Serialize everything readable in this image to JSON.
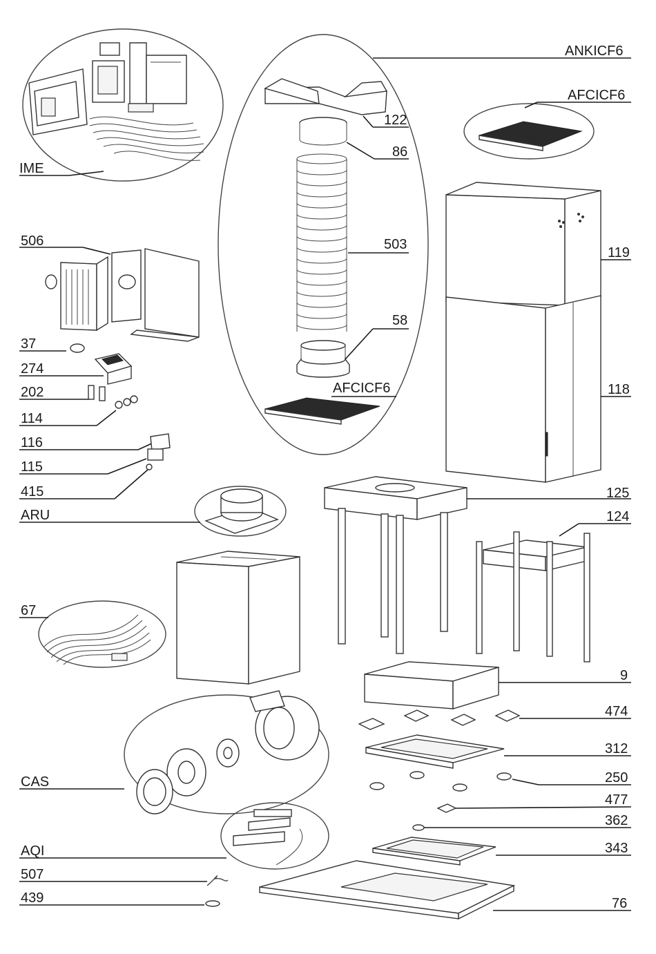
{
  "labels": {
    "ime": "IME",
    "p506": "506",
    "p37": "37",
    "p274": "274",
    "p202": "202",
    "p114": "114",
    "p116": "116",
    "p115": "115",
    "p415": "415",
    "aru": "ARU",
    "p67": "67",
    "cas": "CAS",
    "aqi": "AQI",
    "p507": "507",
    "p439": "439",
    "ankicf6": "ANKICF6",
    "afcicf6_top": "AFCICF6",
    "p122": "122",
    "p86": "86",
    "p503": "503",
    "p58": "58",
    "afcicf6_mid": "AFCICF6",
    "p119": "119",
    "p118": "118",
    "p125": "125",
    "p124": "124",
    "p9": "9",
    "p474": "474",
    "p312": "312",
    "p250": "250",
    "p477": "477",
    "p362": "362",
    "p343": "343",
    "p76": "76"
  }
}
